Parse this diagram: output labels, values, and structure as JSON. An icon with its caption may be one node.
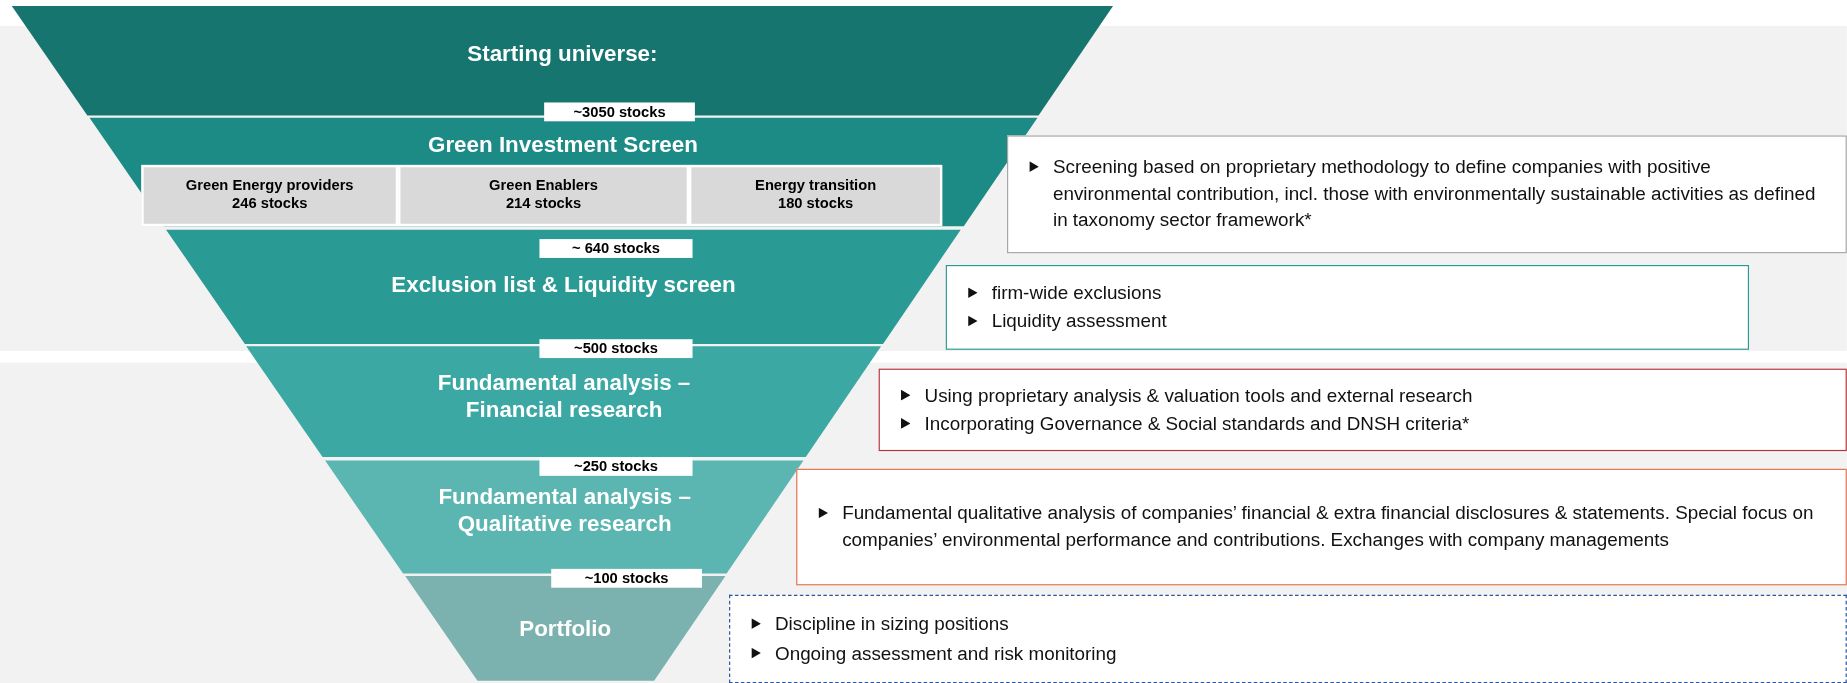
{
  "diagram": {
    "nodes": [
      {
        "text": [
          "Starting universe:"
        ]
      },
      {
        "text": [
          "~3050 stocks"
        ]
      },
      {
        "text": [
          "Green Investment Screen"
        ]
      },
      {
        "text": [
          "Green Energy providers",
          "246 stocks"
        ],
        "in": 2
      },
      {
        "text": [
          "Green Enablers",
          "214 stocks"
        ],
        "in": 2
      },
      {
        "text": [
          "Energy transition",
          "180 stocks"
        ],
        "in": 2
      },
      {
        "text": [
          "Screening based on proprietary methodology to define companies with positive environmental contribution, incl. those with environmentally sustainable activities as defined in taxonomy sector framework*"
        ]
      },
      {
        "text": [
          "Exclusion list & Liquidity screen"
        ]
      },
      {
        "text": [
          "~ 640 stocks"
        ],
        "in": 7
      },
      {
        "text": [
          "firm-wide exclusions",
          "Liquidity assessment"
        ]
      },
      {
        "text": [
          "~500 stocks"
        ]
      },
      {
        "text": [
          "Fundamental analysis – Financial research"
        ]
      },
      {
        "text": [
          "Using proprietary analysis & valuation tools and external research",
          "Incorporating Governance & Social standards and DNSH criteria*"
        ]
      },
      {
        "text": [
          "~250 stocks"
        ]
      },
      {
        "text": [
          "Fundamental analysis – Qualitative research"
        ]
      },
      {
        "text": [
          "Fundamental qualitative analysis of companies’ financial & extra financial disclosures & statements. Special focus on companies’ environmental performance and contributions. Exchanges with company managements"
        ]
      },
      {
        "text": [
          "~100 stocks"
        ]
      },
      {
        "text": [
          "Portfolio"
        ]
      },
      {
        "text": [
          "Discipline in sizing positions",
          "Ongoing assessment and risk monitoring"
        ]
      }
    ]
  }
}
